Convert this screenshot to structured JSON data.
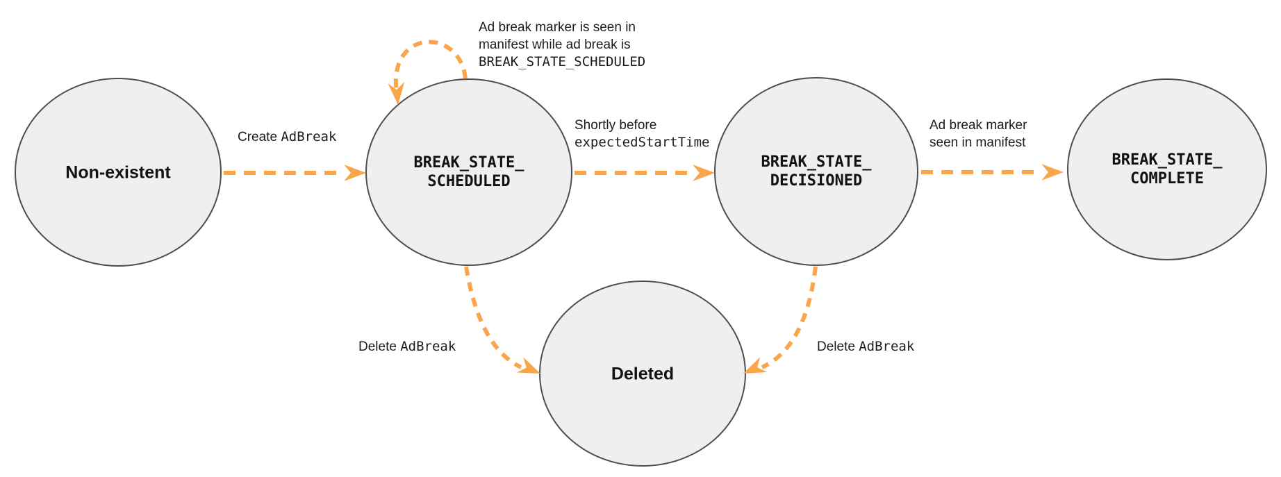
{
  "colors": {
    "arrow": "#F9A64B",
    "node_fill": "#EFEFEF",
    "node_border": "#4E4E4E",
    "text": "#1B1C1E"
  },
  "nodes": {
    "non_existent": {
      "label": "Non-existent"
    },
    "scheduled": {
      "lines": [
        "BREAK_STATE_",
        "SCHEDULED"
      ]
    },
    "decisioned": {
      "lines": [
        "BREAK_STATE_",
        "DECISIONED"
      ]
    },
    "complete": {
      "lines": [
        "BREAK_STATE_",
        "COMPLETE"
      ]
    },
    "deleted": {
      "label": "Deleted"
    }
  },
  "edges": {
    "create": {
      "plain": "Create",
      "code": "AdBreak"
    },
    "marker_while_scheduled": {
      "lines": [
        "Ad break marker is seen in",
        "manifest while ad break is"
      ],
      "code": "BREAK_STATE_SCHEDULED"
    },
    "shortly_before": {
      "plain": "Shortly before",
      "code": "expectedStartTime"
    },
    "marker_seen": {
      "lines": [
        "Ad break marker",
        "seen in manifest"
      ]
    },
    "delete_from_scheduled": {
      "plain": "Delete",
      "code": "AdBreak"
    },
    "delete_from_decisioned": {
      "plain": "Delete",
      "code": "AdBreak"
    }
  }
}
